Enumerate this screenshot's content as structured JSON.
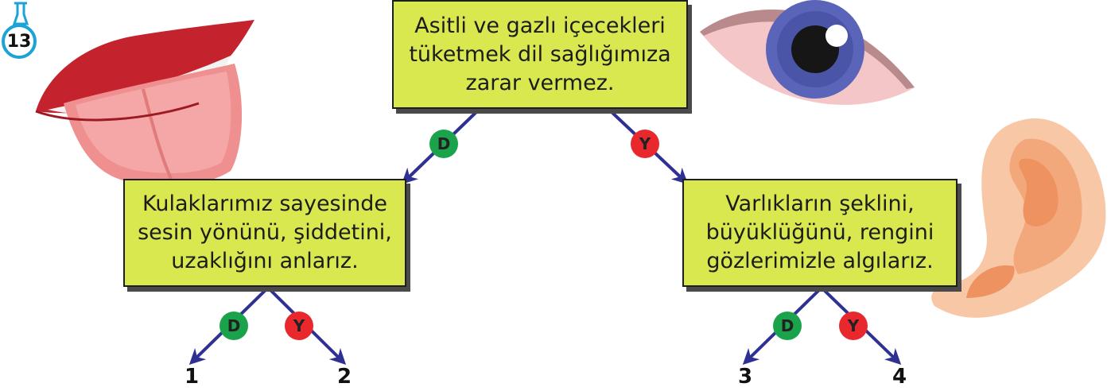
{
  "question_number": "13",
  "root": {
    "lines": [
      "Asitli ve gazlı içecekleri",
      "tüketmek dil sağlığımıza",
      "zarar vermez."
    ]
  },
  "left": {
    "lines": [
      "Kulaklarımız sayesinde",
      "sesin yönünü, şiddetini,",
      "uzaklığını anlarız."
    ]
  },
  "right": {
    "lines": [
      "Varlıkların şeklini,",
      "büyüklüğünü, rengini",
      "gözlerimizle algılarız."
    ]
  },
  "badges": {
    "true_label": "D",
    "false_label": "Y"
  },
  "outcomes": [
    "1",
    "2",
    "3",
    "4"
  ],
  "colors": {
    "box_fill": "#d9e84f",
    "arrow": "#2e3192",
    "true_badge": "#1aa34a",
    "false_badge": "#e8282d",
    "question_ring": "#1ca3d6"
  },
  "illustrations": [
    "tongue-icon",
    "eye-icon",
    "ear-icon",
    "flask-icon"
  ]
}
